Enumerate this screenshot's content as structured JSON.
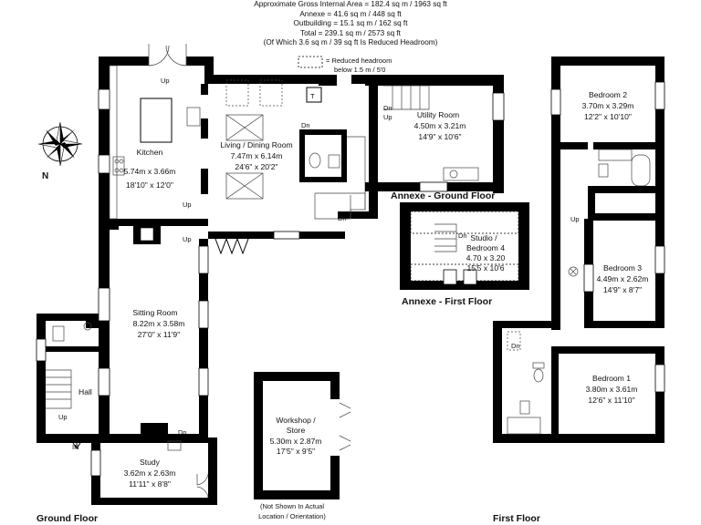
{
  "areas": {
    "gross": "Approximate Gross Internal Area = 182.4 sq m / 1963 sq ft",
    "annexe": "Annexe = 41.6 sq m / 448 sq ft",
    "outbuilding": "Outbuilding = 15.1 sq m / 162 sq ft",
    "total": "Total = 239.1 sq m / 2573 sq ft",
    "reduced": "(Of Which 3.6 sq m / 39 sq ft Is Reduced Headroom)",
    "legend_line1": "= Reduced headroom",
    "legend_line2": "below 1.5 m / 5'0"
  },
  "compass": {
    "label": "N"
  },
  "floors": {
    "ground": "Ground Floor",
    "first": "First Floor",
    "annexe_ground": "Annexe - Ground Floor",
    "annexe_first": "Annexe - First Floor"
  },
  "rooms": {
    "kitchen": {
      "name": "Kitchen",
      "metric": "5.74m x 3.66m",
      "imperial": "18'10\" x 12'0\""
    },
    "living": {
      "name": "Living / Dining Room",
      "metric": "7.47m x 6.14m",
      "imperial": "24'6\" x 20'2\""
    },
    "utility": {
      "name": "Utility Room",
      "metric": "4.50m x 3.21m",
      "imperial": "14'9\" x 10'6\""
    },
    "sitting": {
      "name": "Sitting Room",
      "metric": "8.22m x 3.58m",
      "imperial": "27'0\" x 11'9\""
    },
    "hall": {
      "name": "Hall"
    },
    "study": {
      "name": "Study",
      "metric": "3.62m x 2.63m",
      "imperial": "11'11\" x 8'8\""
    },
    "workshop": {
      "name1": "Workshop /",
      "name2": "Store",
      "metric": "5.30m x 2.87m",
      "imperial": "17'5\" x 9'5\""
    },
    "studio": {
      "name1": "Studio /",
      "name2": "Bedroom 4",
      "metric": "4.70 x 3.20",
      "imperial": "15'5 x 10'6"
    },
    "bedroom2": {
      "name": "Bedroom 2",
      "metric": "3.70m x 3.29m",
      "imperial": "12'2\" x 10'10\""
    },
    "bedroom3": {
      "name": "Bedroom 3",
      "metric": "4.49m x 2.62m",
      "imperial": "14'9\" x 8'7\""
    },
    "bedroom1": {
      "name": "Bedroom 1",
      "metric": "3.80m x 3.61m",
      "imperial": "12'6\" x 11'10\""
    }
  },
  "stairs": {
    "up": "Up",
    "dn": "Dn",
    "in": "IN"
  },
  "notes": {
    "not_shown_1": "(Not Shown In Actual",
    "not_shown_2": "Location / Orientation)"
  }
}
